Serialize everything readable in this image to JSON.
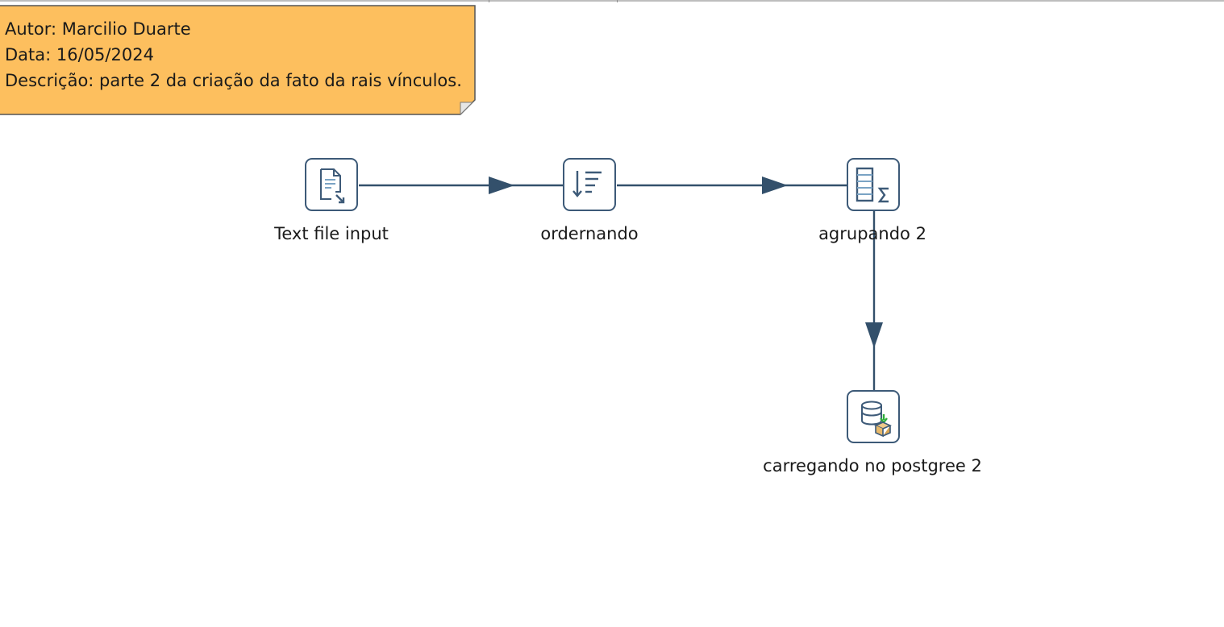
{
  "note": {
    "author": "Autor: Marcilio Duarte",
    "date": "Data: 16/05/2024",
    "description": "Descrição: parte 2 da criação da fato da rais vínculos.",
    "color": "#fdbf5e"
  },
  "steps": [
    {
      "label": "Text file input",
      "icon": "text-file-input-icon"
    },
    {
      "label": "ordernando",
      "icon": "sort-rows-icon"
    },
    {
      "label": "agrupando 2",
      "icon": "group-by-icon"
    },
    {
      "label": "carregando no postgree 2",
      "icon": "table-output-icon"
    }
  ],
  "hops": [
    {
      "from": "Text file input",
      "to": "ordernando"
    },
    {
      "from": "ordernando",
      "to": "agrupando 2"
    },
    {
      "from": "agrupando 2",
      "to": "carregando no postgree 2"
    }
  ],
  "colors": {
    "step_border": "#3d5a78",
    "hop": "#33506b"
  }
}
